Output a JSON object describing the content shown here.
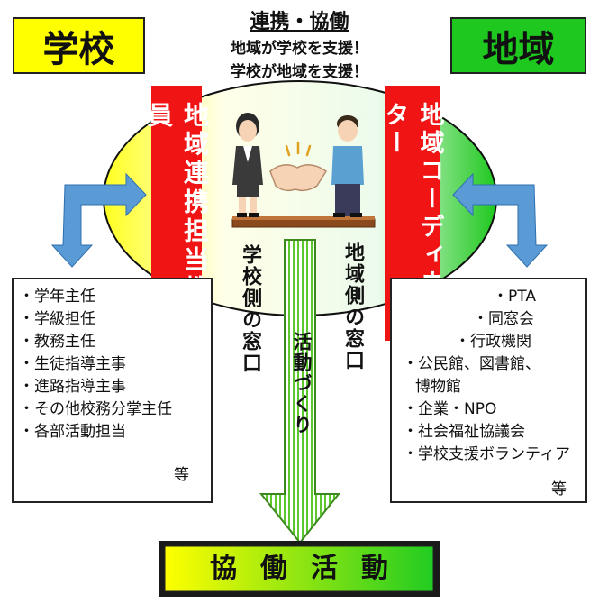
{
  "school": {
    "title": "学校",
    "bg": "#ffff00"
  },
  "community": {
    "title": "地域",
    "bg": "#1ec81e"
  },
  "header": {
    "title": "連携・協働",
    "line1": "地域が学校を支援！",
    "line2": "学校が地域を支援！"
  },
  "school_liaison": "地域連携担当教職員",
  "community_coordinator": "地域コーディネーター",
  "school_window": "学校側の窓口",
  "community_window": "地域側の窓口",
  "activity_arrow": "活動づくり",
  "school_members": [
    "学年主任",
    "学級担任",
    "教務主任",
    "生徒指導主事",
    "進路指導主事",
    "その他校務分掌主任",
    "各部活動担当"
  ],
  "school_members_suffix": "等",
  "community_members": [
    "PTA",
    "同窓会",
    "行政機関",
    "公民館、図書館、",
    "博物館",
    "企業・NPO",
    "社会福祉協議会",
    "学校支援ボランティア"
  ],
  "community_members_suffix": "等",
  "bottom": {
    "label": "協働活動"
  }
}
